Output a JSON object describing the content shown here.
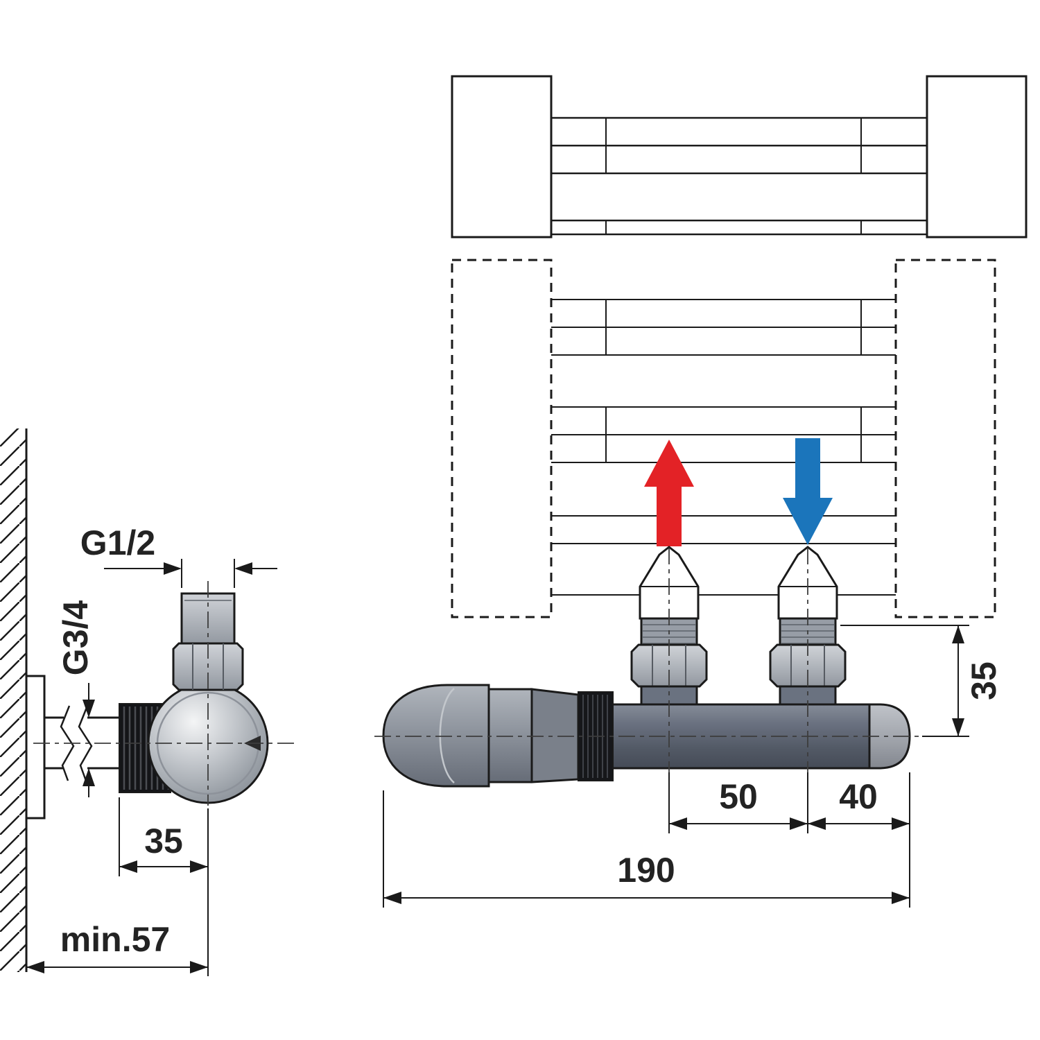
{
  "diagram": {
    "left_view": {
      "thread_top_label": "G1/2",
      "thread_side_label": "G3/4",
      "offset_label": "35",
      "wall_clearance_label": "min.57"
    },
    "right_view": {
      "center_height_label": "35",
      "port_spacing_label": "50",
      "end_offset_label": "40",
      "total_length_label": "190",
      "supply_arrow": {
        "direction": "up",
        "color": "#e32226"
      },
      "return_arrow": {
        "direction": "down",
        "color": "#1b75bb"
      }
    },
    "colors": {
      "line": "#1a1a1a",
      "centerline": "#3c3c3c",
      "dimension_text": "#232323",
      "supply_red": "#e32226",
      "return_blue": "#1b75bb"
    }
  }
}
